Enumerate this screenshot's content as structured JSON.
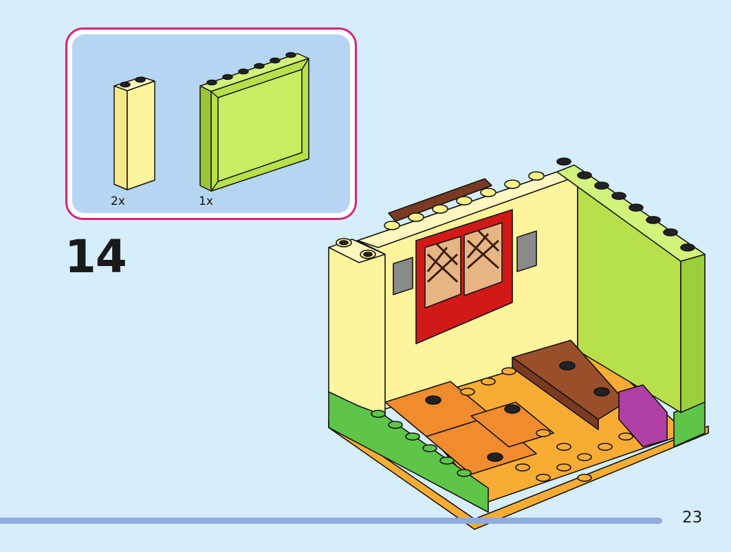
{
  "parts": [
    {
      "name": "yellow-brick-1x2x5",
      "quantity": "2x",
      "color": "#fdf49c"
    },
    {
      "name": "lime-wall-panel",
      "quantity": "1x",
      "color": "#b7e04b"
    }
  ],
  "step": {
    "number": "14"
  },
  "page": {
    "number": "23"
  },
  "colors": {
    "background": "#d6eefb",
    "frame_border": "#d6236f",
    "parts_panel": "#b5d5f2",
    "progress_bar": "#8eaadf",
    "wall_yellow": "#fdf49c",
    "wall_lime": "#b7e04b",
    "floor_orange": "#f9ac34",
    "tile_orange": "#f08c2e",
    "table_brown": "#9a4f2b",
    "window_red": "#d11a17",
    "stool_purple": "#b03fa6",
    "base_green": "#5fc548"
  }
}
